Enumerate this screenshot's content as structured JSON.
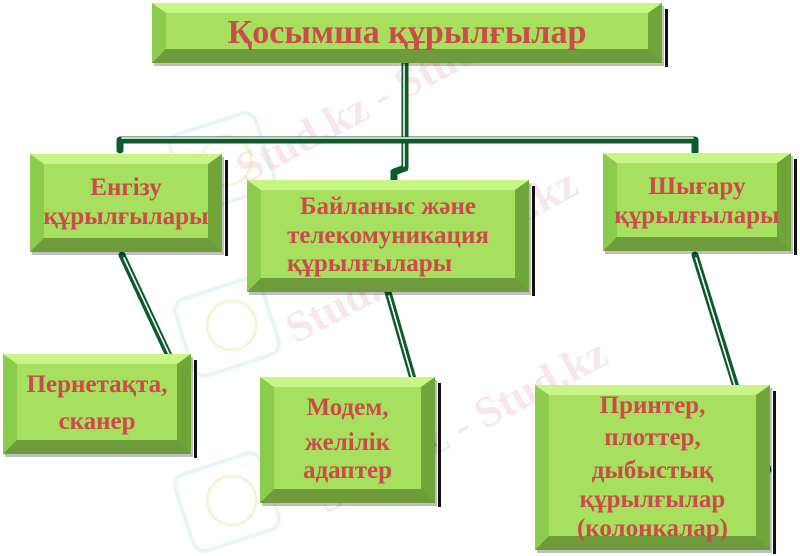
{
  "diagram": {
    "title": "Қосымша құрылғылар",
    "categories": [
      {
        "id": "input",
        "label_lines": [
          "Енгізу",
          "құрылғылары"
        ],
        "examples": [
          "Пернетақта,",
          "сканер"
        ]
      },
      {
        "id": "comm",
        "label_lines": [
          "Байланыс және",
          "телекомуникация",
          "құрылғылары"
        ],
        "examples": [
          "Модем,",
          "желілік",
          "адаптер"
        ]
      },
      {
        "id": "output",
        "label_lines": [
          "Шығару",
          "құрылғылары"
        ],
        "examples": [
          "Принтер,",
          "плоттер,",
          "дыбыстық",
          "құрылғылар",
          "(колонкалар)"
        ]
      }
    ]
  },
  "watermark": {
    "text": "Stud.kz - Stud.kz"
  },
  "colors": {
    "box_fill": "#a6e05e",
    "box_highlight": "#c8f586",
    "box_shadow": "#6e9c3c",
    "text": "#cc4a4a",
    "connector": "#0d5a2c"
  }
}
